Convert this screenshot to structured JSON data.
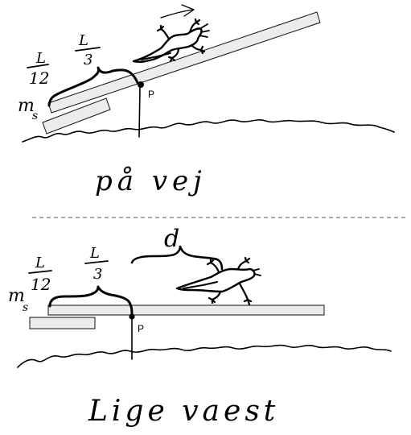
{
  "top_panel": {
    "label_ms": "m",
    "label_ms_sub": "s",
    "frac_left_num": "L",
    "frac_left_den": "12",
    "frac_right_num": "L",
    "frac_right_den": "3",
    "pivot_label": "P",
    "caption": "på vej"
  },
  "bottom_panel": {
    "label_ms": "m",
    "label_ms_sub": "s",
    "frac_left_num": "L",
    "frac_left_den": "12",
    "frac_right_num": "L",
    "frac_right_den": "3",
    "distance_label": "d",
    "pivot_label": "P",
    "caption": "Lige vaest"
  },
  "icons": [
    "arrow-icon",
    "lizard-icon"
  ],
  "colors": {
    "ink": "#000000",
    "plank_fill": "#ececec",
    "divider": "#555555"
  }
}
